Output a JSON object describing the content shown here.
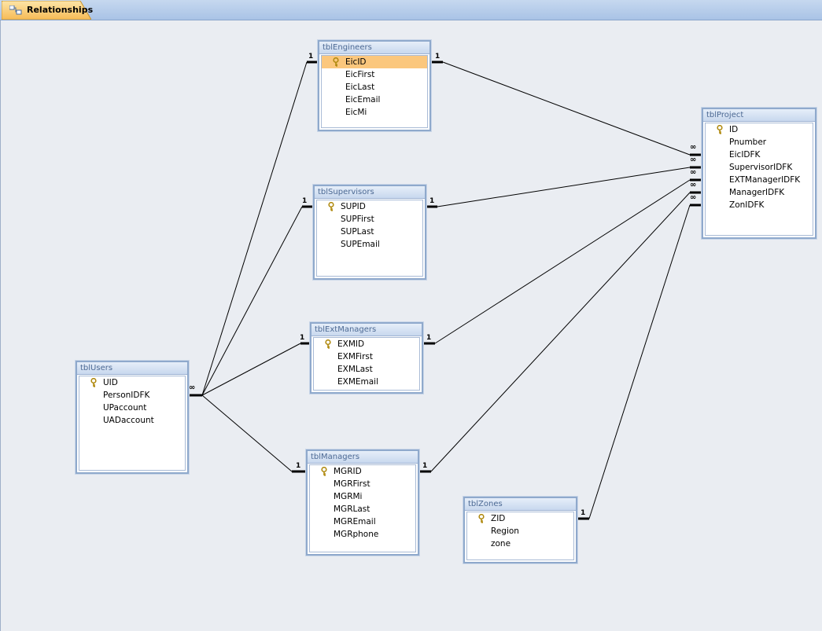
{
  "tab": {
    "label": "Relationships"
  },
  "tables": {
    "engineers": {
      "title": "tblEngineers",
      "fields": [
        "EicID",
        "EicFirst",
        "EicLast",
        "EicEmail",
        "EicMi"
      ]
    },
    "supervisors": {
      "title": "tblSupervisors",
      "fields": [
        "SUPID",
        "SUPFirst",
        "SUPLast",
        "SUPEmail"
      ]
    },
    "extmanagers": {
      "title": "tblExtManagers",
      "fields": [
        "EXMID",
        "EXMFirst",
        "EXMLast",
        "EXMEmail"
      ]
    },
    "managers": {
      "title": "tblManagers",
      "fields": [
        "MGRID",
        "MGRFirst",
        "MGRMi",
        "MGRLast",
        "MGREmail",
        "MGRphone"
      ]
    },
    "zones": {
      "title": "tblZones",
      "fields": [
        "ZID",
        "Region",
        "zone"
      ]
    },
    "users": {
      "title": "tblUsers",
      "fields": [
        "UID",
        "PersonIDFK",
        "UPaccount",
        "UADaccount"
      ]
    },
    "project": {
      "title": "tblProject",
      "fields": [
        "ID",
        "Pnumber",
        "EicIDFK",
        "SupervisorIDFK",
        "EXTManagerIDFK",
        "ManagerIDFK",
        "ZonIDFK"
      ]
    }
  },
  "selected_field": "EicID",
  "labels": {
    "one": "1",
    "many": "∞"
  },
  "colors": {
    "selection": "#fbc77d",
    "tab": "#f8c56b",
    "key": "#c9a227"
  }
}
